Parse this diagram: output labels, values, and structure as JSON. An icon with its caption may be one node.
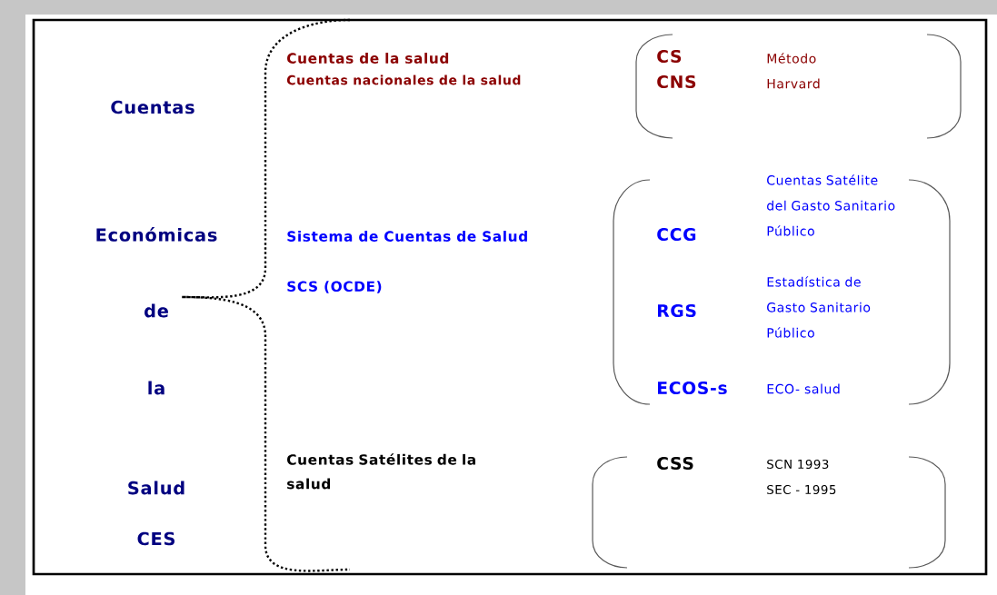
{
  "diagram": {
    "labels": [
      "Cuentas",
      "Económicas",
      "de",
      "la",
      "Salud",
      "CES",
      "Cuentas de la salud",
      "Cuentas nacionales de la salud",
      "Sistema de Cuentas de Salud",
      "SCS (OCDE)",
      "Cuentas Satélites de la salud",
      "CS",
      "Método",
      "CNS",
      "Harvard",
      "CCG",
      "Cuentas Satélite del Gasto Sanitario Público",
      "RGS",
      "Estadística de Gasto Sanitario Público",
      "ECOS-s",
      "ECO- salud",
      "CSS",
      "SCN 1993",
      "SEC - 1995"
    ]
  }
}
